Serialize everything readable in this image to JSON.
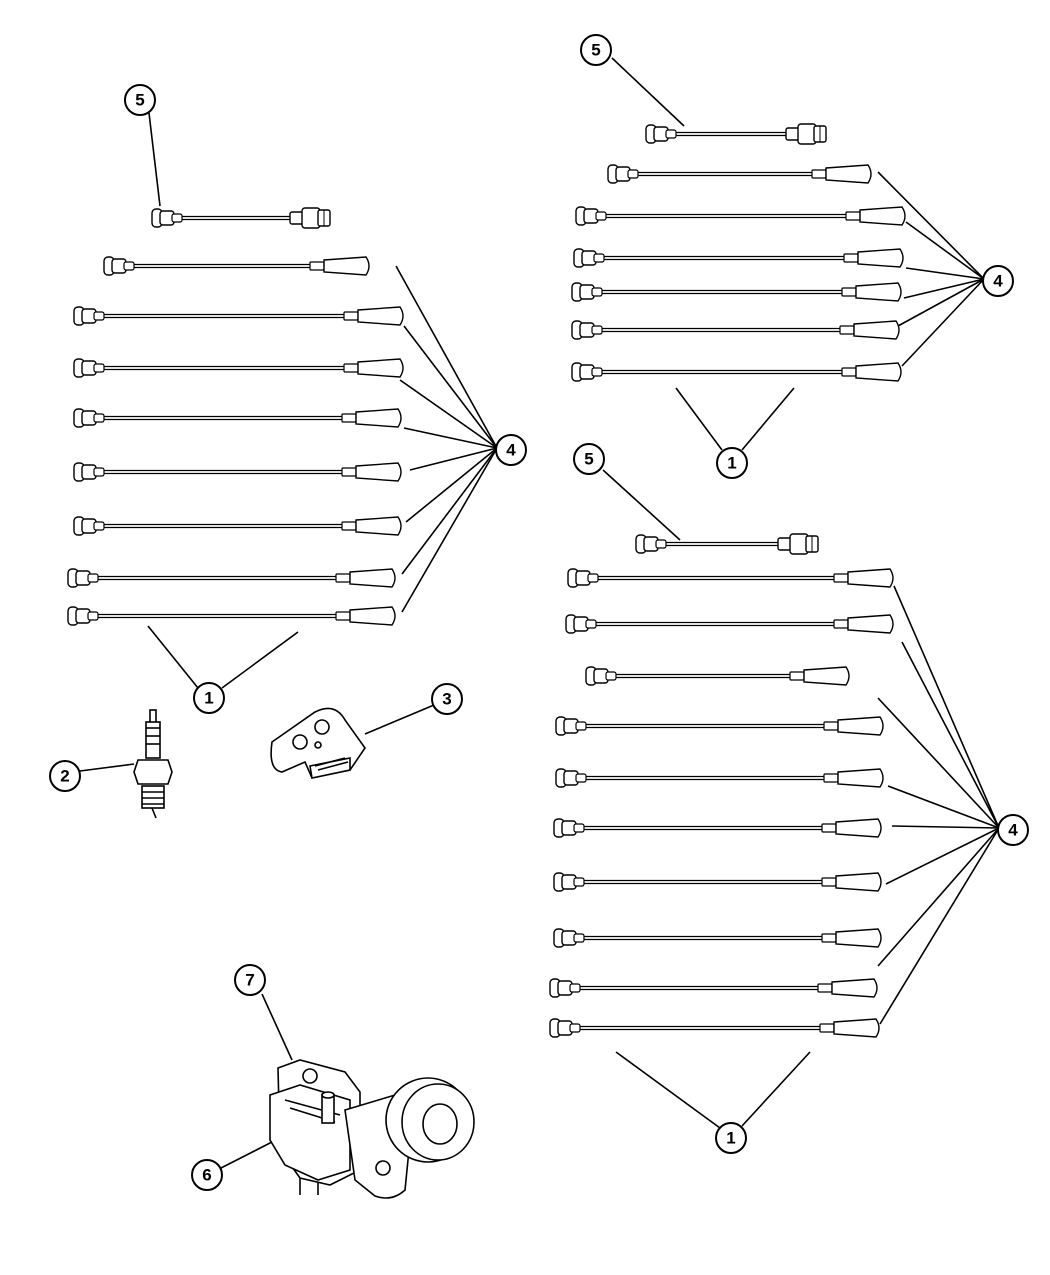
{
  "diagram": {
    "callouts": {
      "wire_set": "1",
      "spark_plug": "2",
      "wire_retainer": "3",
      "wire_each": "4",
      "coil_wire": "5",
      "ignition_coil": "6",
      "coil_bracket": "7"
    }
  }
}
